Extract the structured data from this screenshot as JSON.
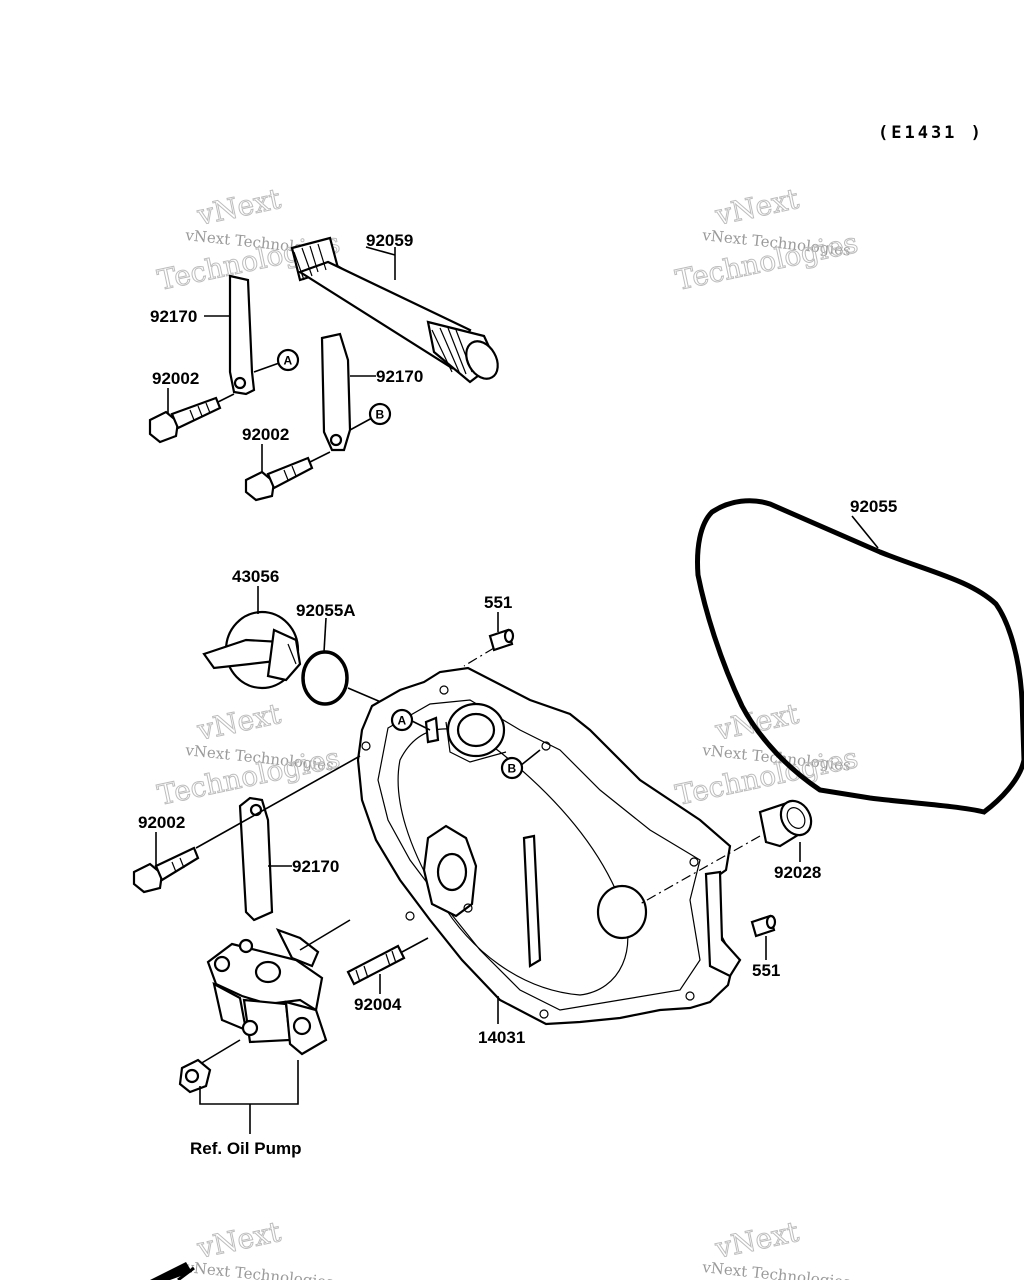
{
  "diagram_code": "(E1431 )",
  "watermark": {
    "line1": "vNext Technologies",
    "line2": "vNext",
    "line3": "Technologies"
  },
  "part_labels": {
    "p92059": "92059",
    "p92170_a": "92170",
    "p92170_b": "92170",
    "p92170_c": "92170",
    "p92002_a": "92002",
    "p92002_b": "92002",
    "p92002_c": "92002",
    "p92055": "92055",
    "p43056": "43056",
    "p92055A": "92055A",
    "p551_a": "551",
    "p551_b": "551",
    "p92028": "92028",
    "p92004": "92004",
    "p14031": "14031"
  },
  "reference_markers": {
    "a": "A",
    "b": "B"
  },
  "reference_note": "Ref. Oil Pump"
}
